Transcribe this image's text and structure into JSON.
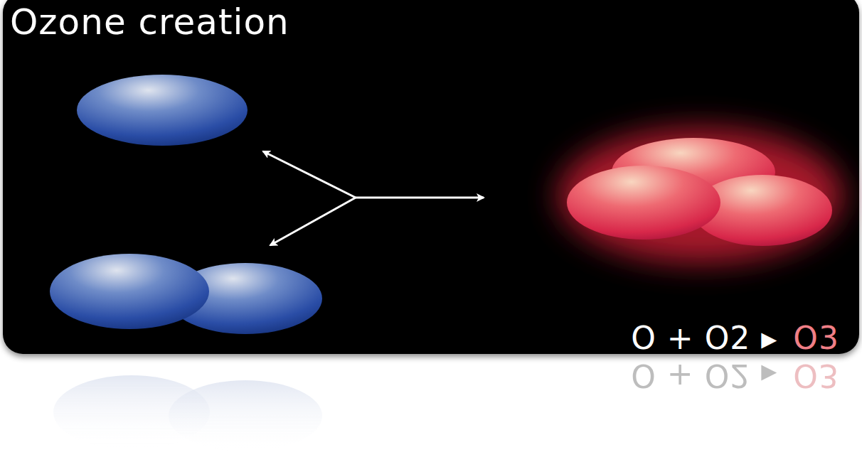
{
  "diagram": {
    "title": "Ozone creation",
    "labels": [
      "O + O2 ▸",
      "O3",
      "O + O2 ▸",
      "O3"
    ]
  }
}
